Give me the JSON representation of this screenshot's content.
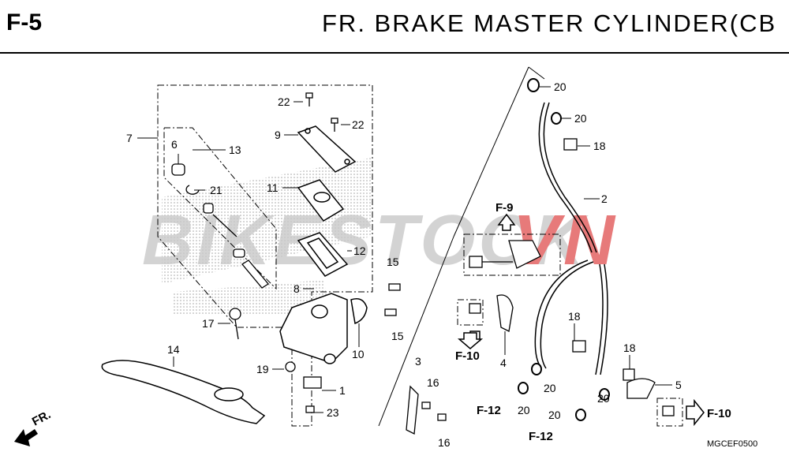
{
  "header": {
    "code": "F-5",
    "title": "FR. BRAKE MASTER CYLINDER(CB"
  },
  "watermark": {
    "left": "BIKESTOCK",
    "right": "VN"
  },
  "parts": {
    "p1": "1",
    "p2": "2",
    "p3": "3",
    "p4": "4",
    "p5": "5",
    "p6": "6",
    "p7": "7",
    "p8": "8",
    "p9": "9",
    "p10": "10",
    "p11": "11",
    "p12": "12",
    "p13": "13",
    "p14": "14",
    "p15a": "15",
    "p15b": "15",
    "p16a": "16",
    "p16b": "16",
    "p17": "17",
    "p18a": "18",
    "p18b": "18",
    "p18c": "18",
    "p19": "19",
    "p20a": "20",
    "p20b": "20",
    "p20c": "20",
    "p20d": "20",
    "p20e": "20",
    "p20f": "20",
    "p21": "21",
    "p22a": "22",
    "p22b": "22",
    "p23": "23"
  },
  "refs": {
    "f9": "F-9",
    "f10a": "F-10",
    "f10b": "F-10",
    "f12a": "F-12",
    "f12b": "F-12"
  },
  "front_marker": "FR.",
  "diagram_code": "MGCEF0500",
  "colors": {
    "ink": "#000000",
    "stipple": "#9a9a9a",
    "wm_gray": "#c9c9c9",
    "wm_red": "#e25a5a"
  }
}
